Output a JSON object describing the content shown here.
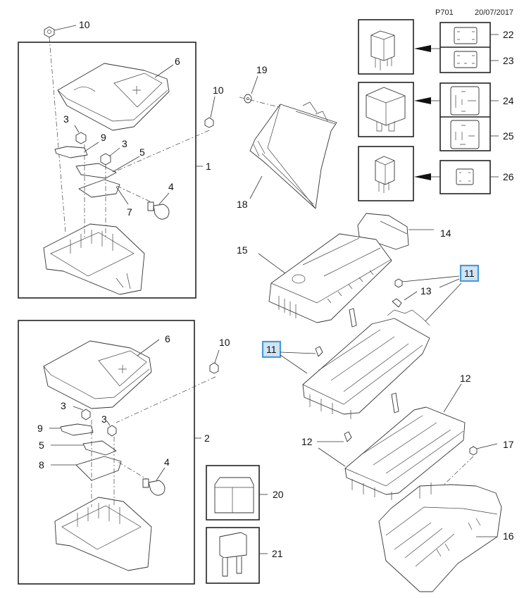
{
  "header": {
    "ref_code": "P701",
    "date": "20/07/2017"
  },
  "assemblies": {
    "upper_box": {
      "label": "1",
      "parts": [
        "10",
        "6",
        "10",
        "3",
        "9",
        "3",
        "5",
        "4",
        "7"
      ]
    },
    "lower_box": {
      "label": "2",
      "parts": [
        "6",
        "10",
        "3",
        "9",
        "3",
        "5",
        "8",
        "4"
      ]
    }
  },
  "callouts": {
    "p1": "1",
    "p2": "2",
    "p3a": "3",
    "p3b": "3",
    "p3c": "3",
    "p3d": "3",
    "p4a": "4",
    "p4b": "4",
    "p5a": "5",
    "p5b": "5",
    "p6a": "6",
    "p6b": "6",
    "p7": "7",
    "p8": "8",
    "p9a": "9",
    "p9b": "9",
    "p10a": "10",
    "p10b": "10",
    "p10c": "10",
    "p11a": "11",
    "p11b": "11",
    "p12a": "12",
    "p12b": "12",
    "p13": "13",
    "p14": "14",
    "p15": "15",
    "p16": "16",
    "p17": "17",
    "p18": "18",
    "p19": "19",
    "p20": "20",
    "p21": "21",
    "p22": "22",
    "p23": "23",
    "p24": "24",
    "p25": "25",
    "p26": "26"
  },
  "highlighted_callouts": [
    "11"
  ],
  "highlight_color": "#4a9ad4",
  "relay_groups": [
    {
      "variants": [
        "22",
        "23"
      ],
      "relay": "micro-relay"
    },
    {
      "variants": [
        "24",
        "25"
      ],
      "relay": "mini-relay"
    },
    {
      "variants": [
        "26"
      ],
      "relay": "micro-relay-small"
    }
  ],
  "fuses": [
    {
      "label": "20",
      "type": "j-case-fuse"
    },
    {
      "label": "21",
      "type": "mini-blade-fuse"
    }
  ]
}
